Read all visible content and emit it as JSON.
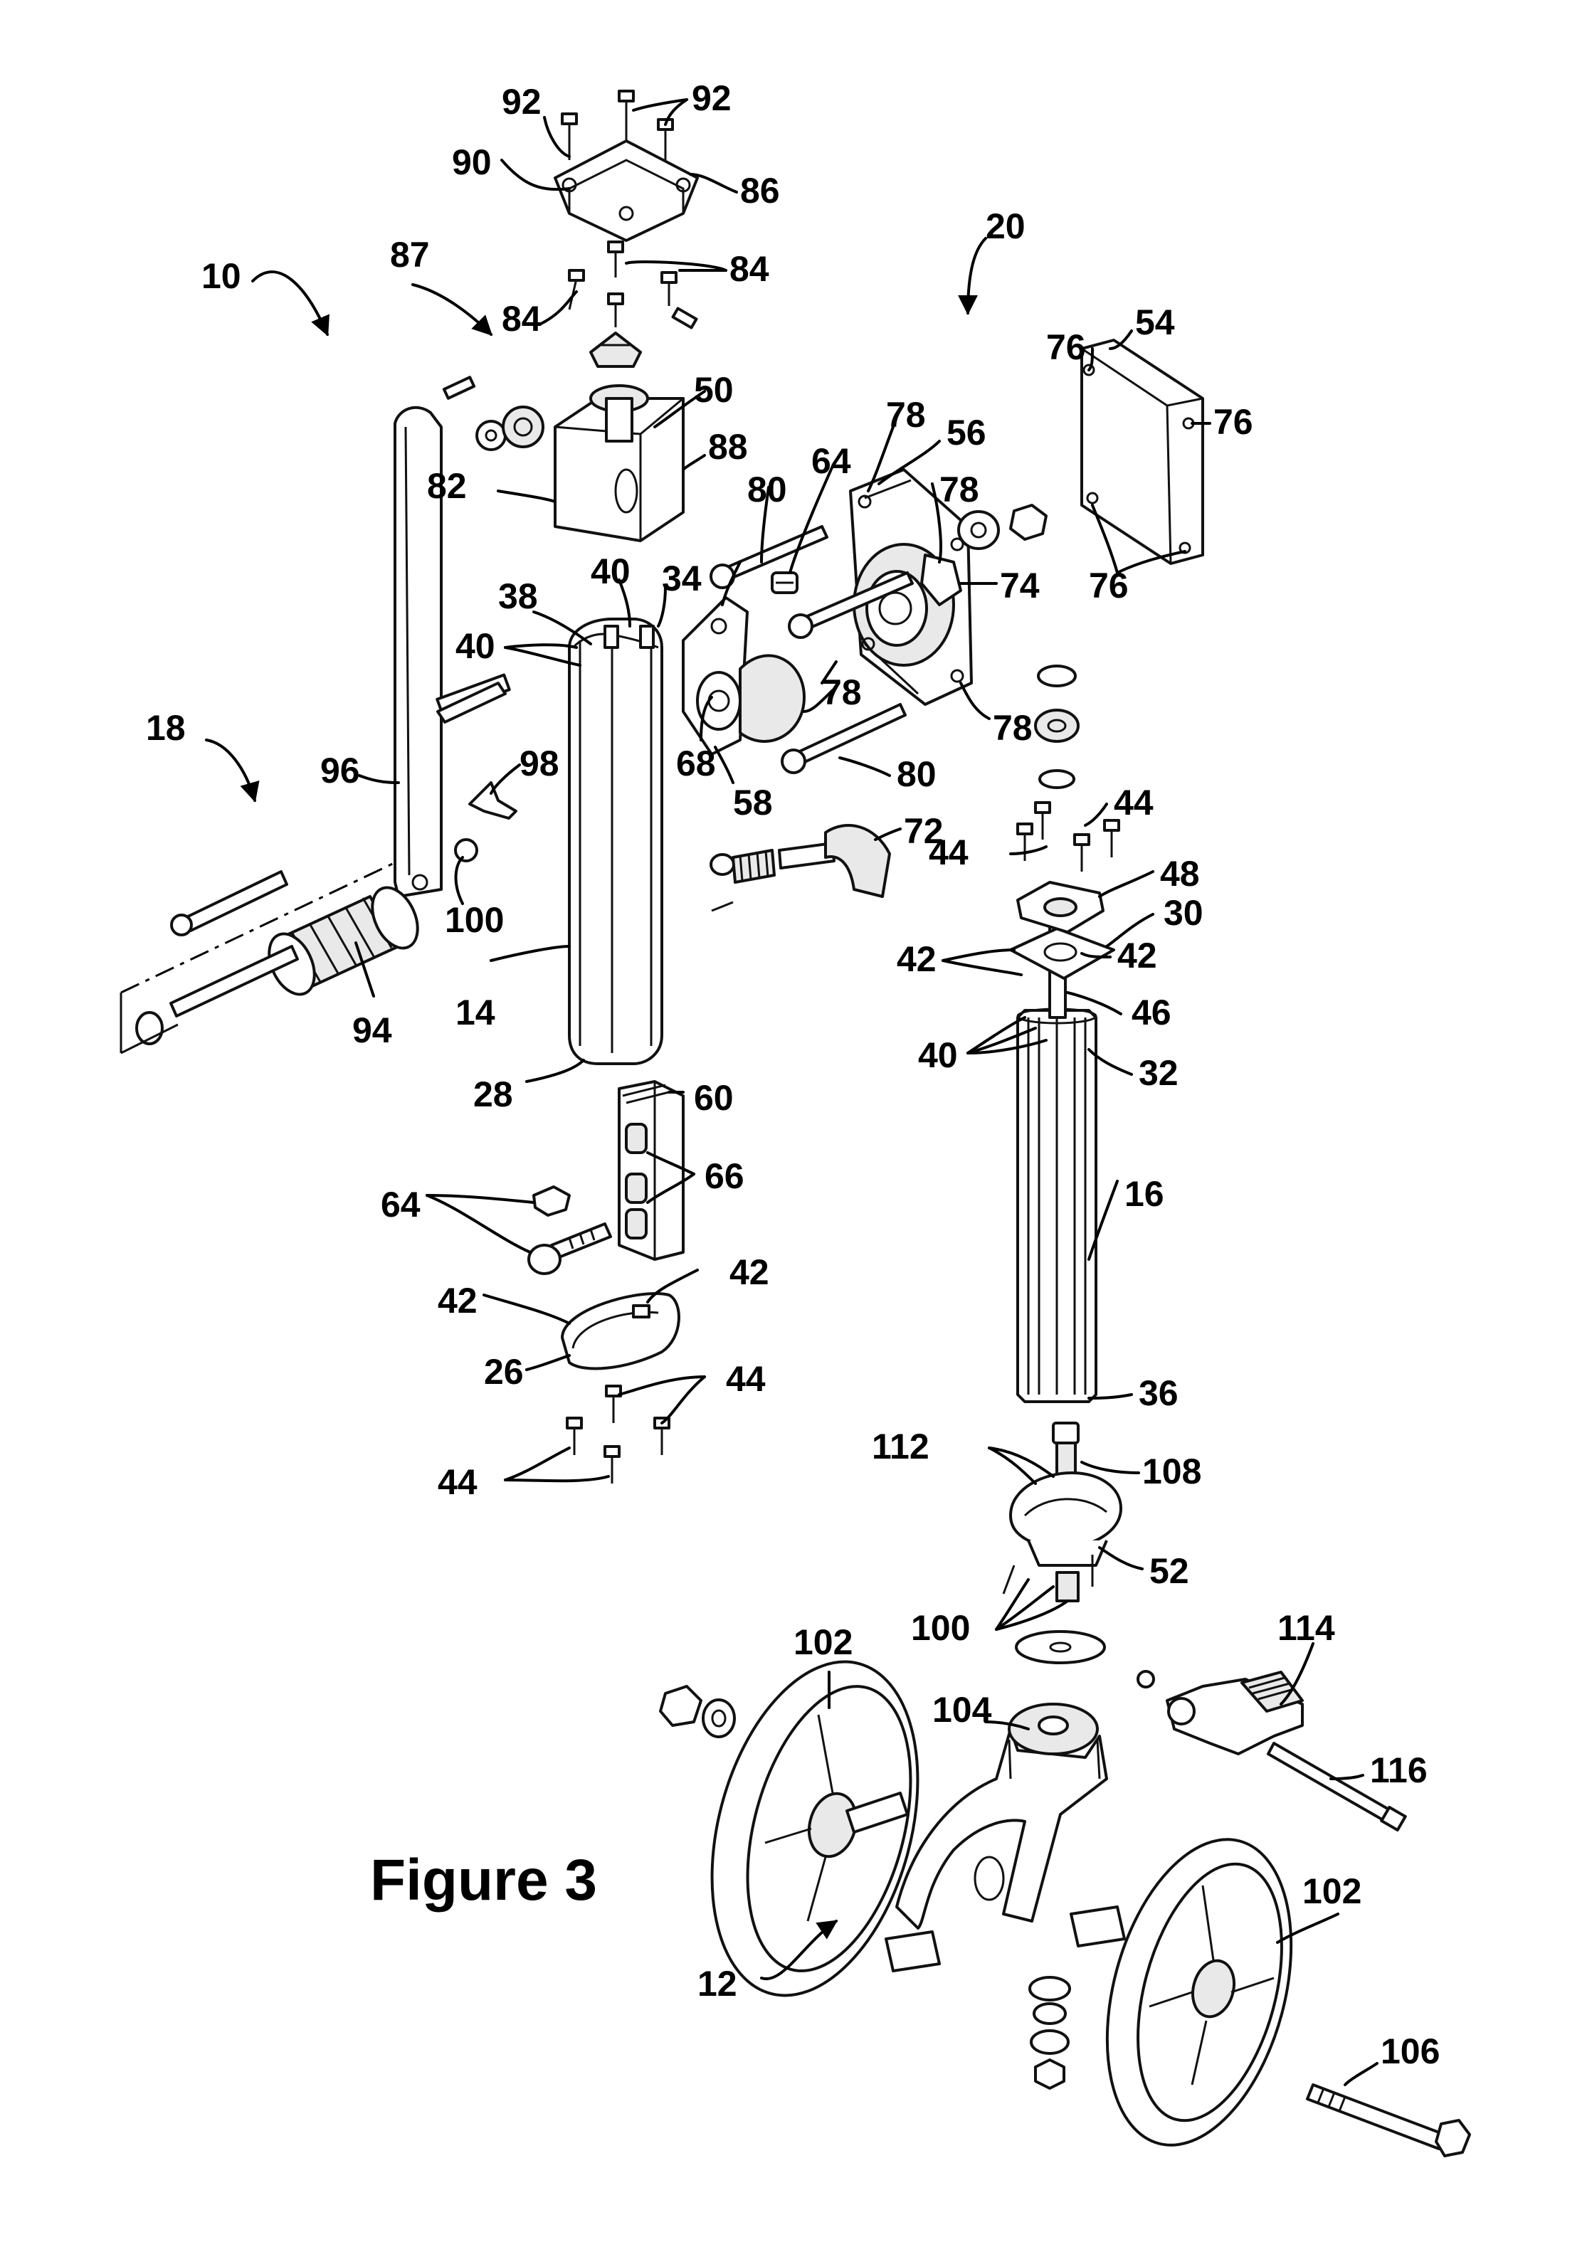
{
  "figure": {
    "caption": "Figure 3",
    "reference_numerals": {
      "n10": "10",
      "n12": "12",
      "n14": "14",
      "n16": "16",
      "n18": "18",
      "n20": "20",
      "n26": "26",
      "n28": "28",
      "n30": "30",
      "n32": "32",
      "n34": "34",
      "n36": "36",
      "n38": "38",
      "n40": "40",
      "n42": "42",
      "n44": "44",
      "n46": "46",
      "n48": "48",
      "n50": "50",
      "n52": "52",
      "n54": "54",
      "n56": "56",
      "n58": "58",
      "n60": "60",
      "n64": "64",
      "n66": "66",
      "n68": "68",
      "n72": "72",
      "n74": "74",
      "n76": "76",
      "n78": "78",
      "n80": "80",
      "n82": "82",
      "n84": "84",
      "n86": "86",
      "n87": "87",
      "n88": "88",
      "n90": "90",
      "n92": "92",
      "n94": "94",
      "n96": "96",
      "n98": "98",
      "n100": "100",
      "n102": "102",
      "n104": "104",
      "n106": "106",
      "n108": "108",
      "n112": "112",
      "n114": "114",
      "n116": "116"
    }
  }
}
